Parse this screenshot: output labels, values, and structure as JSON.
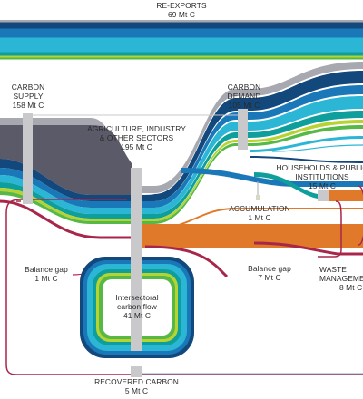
{
  "nodes": {
    "re_exports": {
      "title": "RE-EXPORTS",
      "value": "69 Mt C"
    },
    "carbon_supply": {
      "line1": "CARBON",
      "line2": "SUPPLY",
      "value": "158 Mt C"
    },
    "carbon_demand": {
      "line1": "CARBON",
      "line2": "DEMAND",
      "value": "105 Mt C"
    },
    "agriculture": {
      "line1": "AGRICULTURE, INDUSTRY",
      "line2": "& OTHER SECTORS",
      "value": "195 Mt C"
    },
    "households": {
      "line1": "HOUSEHOLDS & PUBLIC",
      "line2": "INSTITUTIONS",
      "value": "15 Mt C"
    },
    "accumulation": {
      "title": "ACCUMULATION",
      "value": "1 Mt C"
    },
    "balance_gap_left": {
      "title": "Balance gap",
      "value": "1 Mt C"
    },
    "balance_gap_right": {
      "title": "Balance gap",
      "value": "7 Mt C"
    },
    "waste": {
      "line1": "WASTE",
      "line2": "MANAGEMENT",
      "value": "8 Mt C"
    },
    "intersectoral": {
      "line1": "Intersectoral",
      "line2": "carbon flow",
      "value": "41 Mt C"
    },
    "recovered": {
      "title": "RECOVERED CARBON",
      "value": "5 Mt C"
    }
  },
  "colors": {
    "slate": "#5a5a68",
    "gray": "#a7a8b0",
    "navy": "#13487c",
    "blue": "#1a78b8",
    "cyan": "#2cb6d5",
    "teal": "#0e9e9b",
    "lime": "#b7d331",
    "green": "#55b847",
    "orange": "#e07a2a",
    "crimson": "#a8264a",
    "node_bar": "#c9c9cc"
  }
}
